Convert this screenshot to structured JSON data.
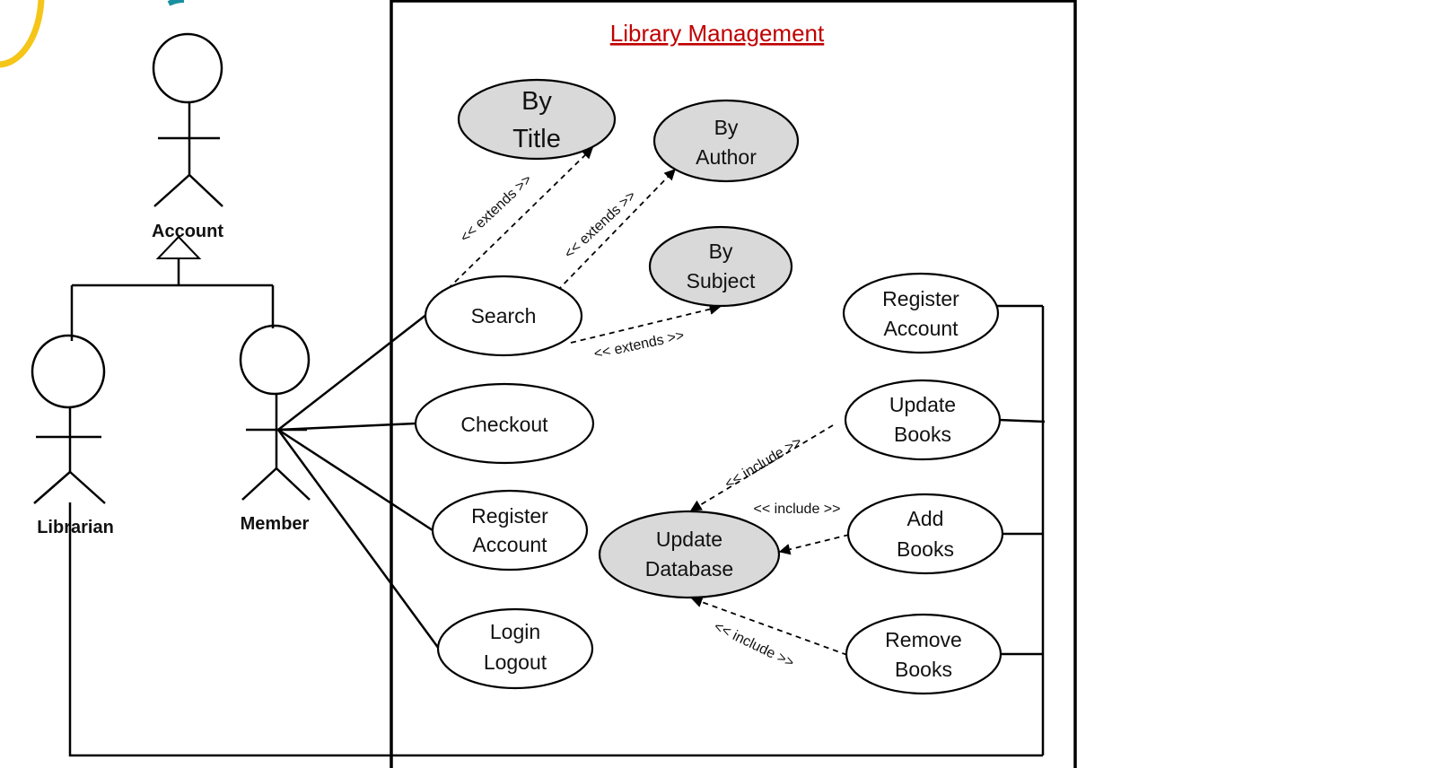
{
  "title": "Library Management",
  "colors": {
    "title": "#c00000",
    "shaded_usecase": "#d9d9d9",
    "corner_arc": "#f5c518"
  },
  "actors": {
    "account": "Account",
    "librarian": "Librarian",
    "member": "Member"
  },
  "usecases": {
    "by_title": [
      "By",
      "Title"
    ],
    "by_author": [
      "By",
      "Author"
    ],
    "by_subject": [
      "By",
      "Subject"
    ],
    "search": "Search",
    "checkout": "Checkout",
    "register_account_member": [
      "Register",
      "Account"
    ],
    "login_logout": [
      "Login",
      "Logout"
    ],
    "update_database": [
      "Update",
      "Database"
    ],
    "register_account_librarian": [
      "Register",
      "Account"
    ],
    "update_books": [
      "Update",
      "Books"
    ],
    "add_books": [
      "Add",
      "Books"
    ],
    "remove_books": [
      "Remove",
      "Books"
    ]
  },
  "relations": {
    "extends_title": "<< extends >>",
    "extends_author": "<< extends >>",
    "extends_subject": "<< extends >>",
    "include_update": "<< include >>",
    "include_add": "<< include >>",
    "include_remove": "<< include >>"
  }
}
